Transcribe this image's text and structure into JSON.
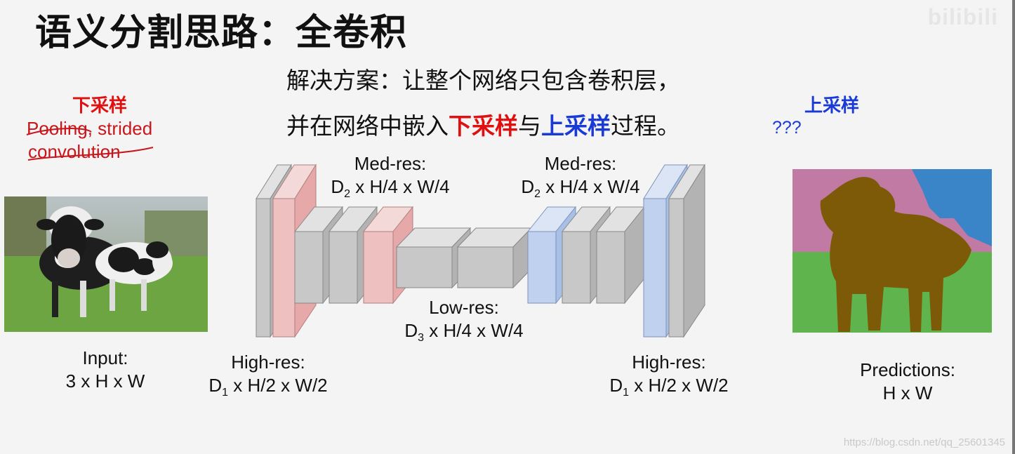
{
  "slide": {
    "title": "语义分割思路：全卷积",
    "solution_line1": "解决方案：让整个网络只包含卷积层，",
    "solution_line2_parts": [
      "并在网络中嵌入",
      "下采样",
      "与",
      "上采样",
      "过程。"
    ]
  },
  "annotations": {
    "downsample_title": "下采样",
    "downsample_line1": "Pooling, strided",
    "downsample_line2": "convolution",
    "upsample_title": "上采样",
    "upsample_question": "???"
  },
  "labels": {
    "input": [
      "Input:",
      "3 x H x W"
    ],
    "high_res_left": {
      "line1": "High-res:",
      "base": "D",
      "sub": "1",
      "rest": " x H/2 x W/2"
    },
    "med_res_left": {
      "line1": "Med-res:",
      "base": "D",
      "sub": "2",
      "rest": " x H/4 x W/4"
    },
    "low_res": {
      "line1": "Low-res:",
      "base": "D",
      "sub": "3",
      "rest": " x H/4 x W/4"
    },
    "med_res_right": {
      "line1": "Med-res:",
      "base": "D",
      "sub": "2",
      "rest": " x H/4 x W/4"
    },
    "high_res_right": {
      "line1": "High-res:",
      "base": "D",
      "sub": "1",
      "rest": " x H/2 x W/2"
    },
    "predictions": [
      "Predictions:",
      "H x W"
    ]
  },
  "watermarks": {
    "csdn": "https://blog.csdn.net/qq_25601345",
    "bilibili": "bilibili"
  },
  "colors": {
    "gray_block": "#c6c6c6",
    "red_block": "#efc0c0",
    "blue_block": "#c0d1f0",
    "accent_red": "#e01010",
    "accent_blue": "#1a3ad6",
    "seg_pink": "#c07aa3",
    "seg_blue": "#3a84c8",
    "seg_green": "#5fb44d",
    "seg_brown": "#7d5a08"
  }
}
